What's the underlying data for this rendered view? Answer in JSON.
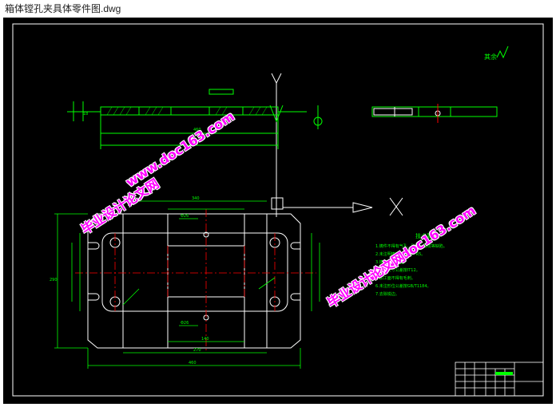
{
  "window": {
    "title": "箱体镗孔夹具体零件图.dwg"
  },
  "drawing": {
    "background": "#000000",
    "line_color": "#00ff00",
    "frame_color": "#ffffff",
    "center_line_color": "#ff0000",
    "tech_requirements_title": "技术要求",
    "tech_requirements": [
      "1.铸件不得有气孔、砂眼、裂纹等缺陷。",
      "2.未注明铸造圆角R3~R5。",
      "3.铸件时效处理。",
      "4.未注尺寸公差按IT12。",
      "5.加工面不得有毛刺。",
      "6.未注形位公差按GB/T1184。",
      "7.去除锐边。"
    ],
    "roughness_note": "其余"
  },
  "watermarks": {
    "text_a": "毕业设计论文网",
    "text_b": "www.doc163.com",
    "color": "#ff00ff"
  }
}
